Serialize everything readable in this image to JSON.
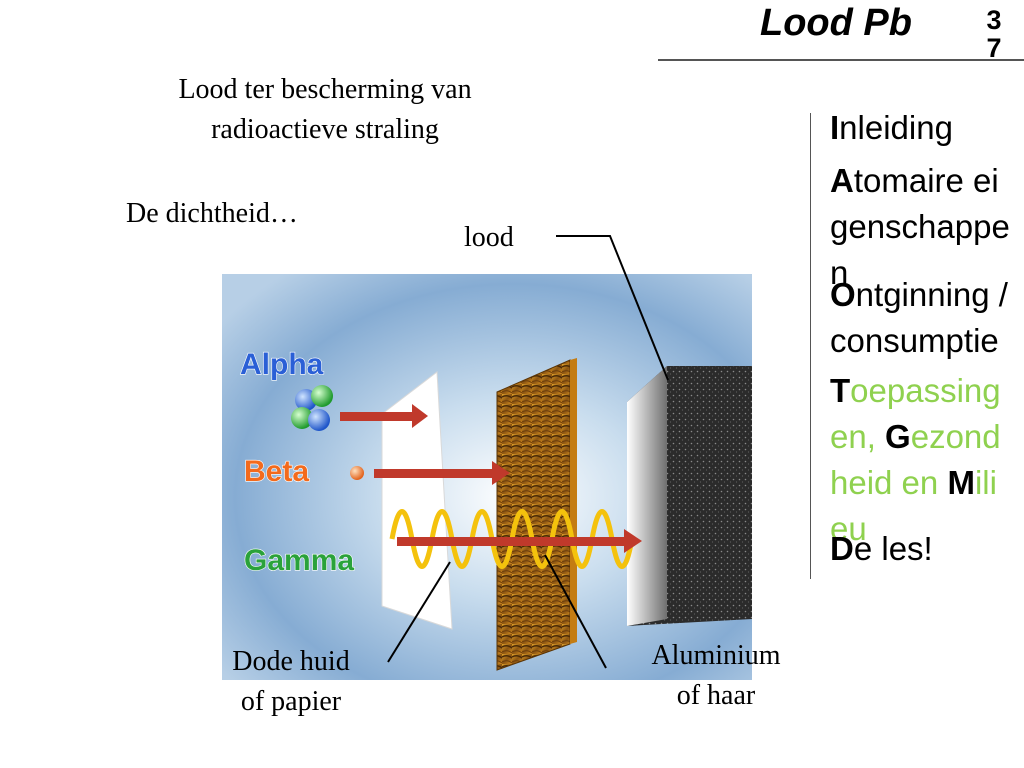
{
  "header": {
    "title": "Lood Pb",
    "page_number": "37"
  },
  "content": {
    "heading_line1": "Lood ter bescherming van",
    "heading_line2": "radioactieve straling",
    "subheading": "De dichtheid…"
  },
  "figure": {
    "radiation_labels": [
      "Alpha",
      "Beta",
      "Gamma"
    ],
    "callouts": {
      "lead": "lood",
      "skin_line1": "Dode huid",
      "skin_line2": "of papier",
      "aluminium_line1": "Aluminium",
      "aluminium_line2": "of haar"
    },
    "colors": {
      "label_blue": "#2a5fd6",
      "label_orange": "#f36a1c",
      "label_green": "#2aa23a",
      "arrow_red": "#c0392b",
      "wave_yellow": "#f4c20d"
    }
  },
  "navigation": [
    {
      "initial": "I",
      "rest": "nleiding"
    },
    {
      "initial": "A",
      "rest": "tomaire eigenschappen"
    },
    {
      "initial": "O",
      "rest": "ntginning / consumptie"
    },
    {
      "initial": "T",
      "rest": "oepassingen, ",
      "initial2": "G",
      "rest2": "ezondheid en ",
      "initial3": "M",
      "rest3": "ilieu"
    },
    {
      "initial": "D",
      "rest": "e les!"
    }
  ],
  "nav_colors": {
    "highlight": "#8fd14f"
  }
}
